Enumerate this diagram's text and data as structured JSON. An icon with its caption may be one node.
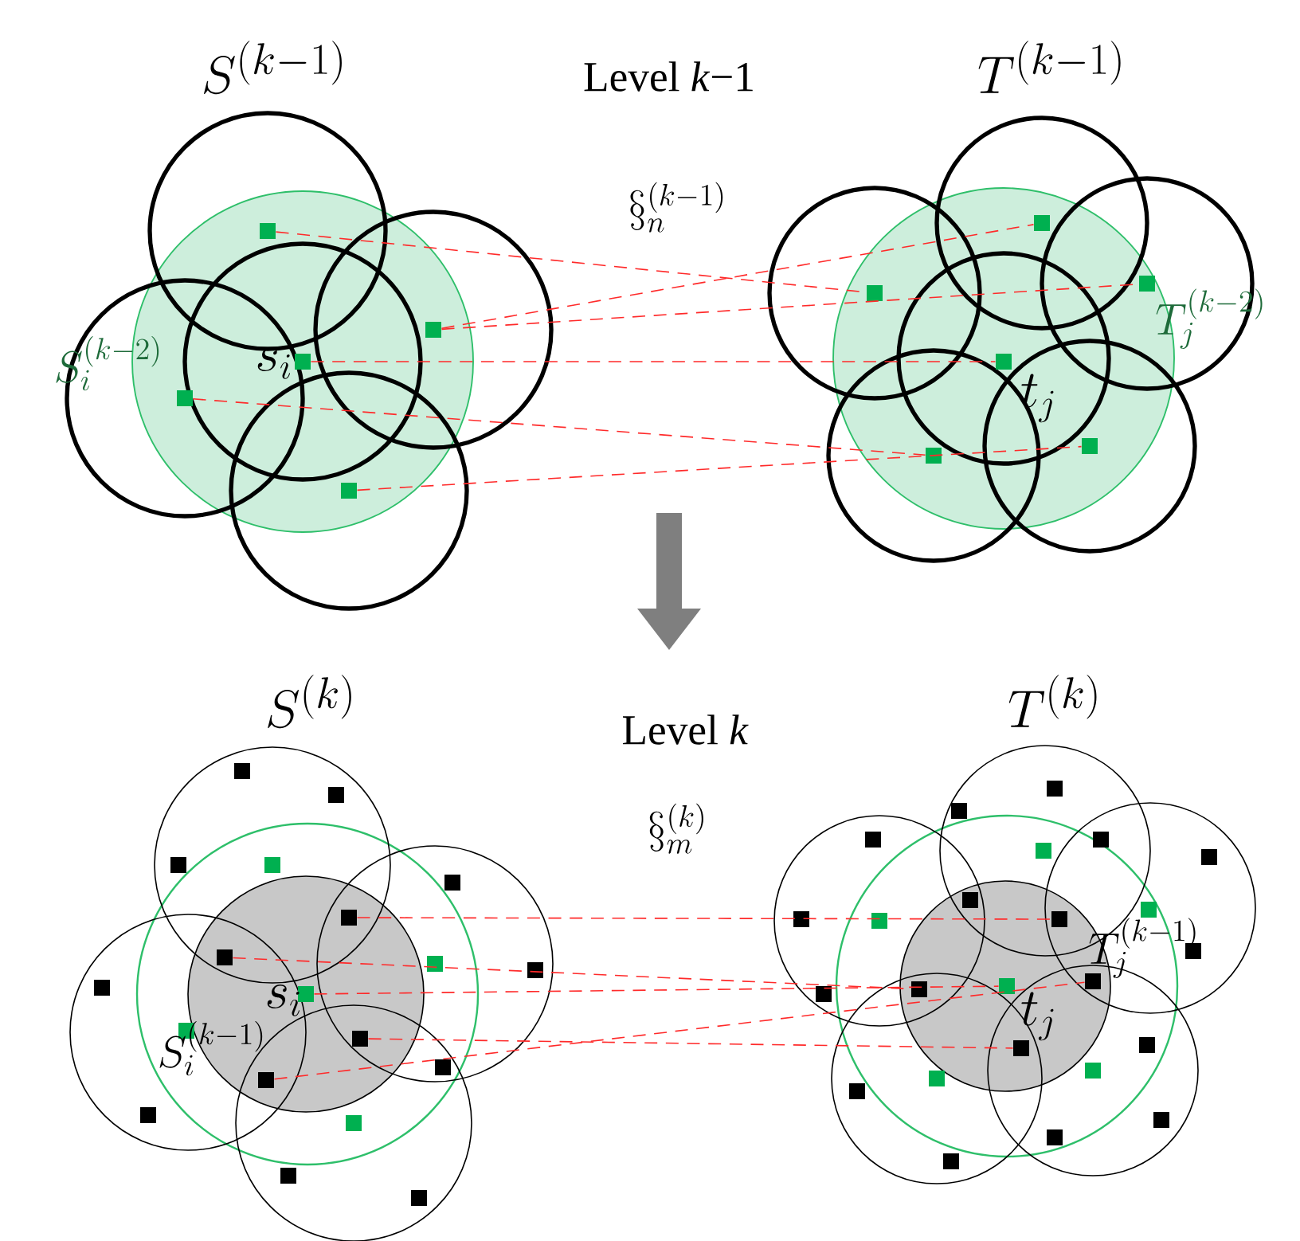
{
  "diagram": {
    "nodes": [
      {
        "text": [],
        "shape": "box"
      },
      {
        "text": [],
        "shape": "box"
      },
      {
        "text": [],
        "shape": "box"
      },
      {
        "text": [],
        "shape": "box"
      },
      {
        "text": [],
        "shape": "box"
      },
      {
        "text": [],
        "shape": "box"
      },
      {
        "text": [],
        "shape": "box"
      },
      {
        "text": [],
        "shape": "box"
      },
      {
        "text": [],
        "shape": "box"
      },
      {
        "text": [],
        "shape": "box"
      },
      {
        "text": [],
        "shape": "box"
      },
      {
        "text": [],
        "shape": "box"
      },
      {
        "text": [],
        "shape": "box"
      },
      {
        "text": [],
        "shape": "box"
      },
      {
        "text": [],
        "shape": "box"
      },
      {
        "text": [],
        "shape": "box"
      },
      {
        "text": [],
        "shape": "box"
      },
      {
        "text": [],
        "shape": "box"
      },
      {
        "text": [],
        "shape": "box"
      },
      {
        "text": [],
        "shape": "box"
      },
      {
        "text": [],
        "shape": "box"
      }
    ],
    "edges": [
      {
        "from": 0,
        "to": 6,
        "arrow": "none",
        "style": "dashed"
      },
      {
        "from": 1,
        "to": 5,
        "arrow": "none",
        "style": "dashed"
      },
      {
        "from": 1,
        "to": 7,
        "arrow": "none",
        "style": "dashed"
      },
      {
        "from": 2,
        "to": 8,
        "arrow": "none",
        "style": "dashed"
      },
      {
        "from": 3,
        "to": 9,
        "arrow": "none",
        "style": "dashed"
      },
      {
        "from": 4,
        "to": 10,
        "arrow": "none",
        "style": "dashed"
      },
      {
        "from": 11,
        "to": 16,
        "arrow": "none",
        "style": "dashed"
      },
      {
        "from": 12,
        "to": 17,
        "arrow": "none",
        "style": "dashed"
      },
      {
        "from": 13,
        "to": 18,
        "arrow": "none",
        "style": "dashed"
      },
      {
        "from": 14,
        "to": 20,
        "arrow": "none",
        "style": "dashed"
      },
      {
        "from": 15,
        "to": 19,
        "arrow": "none",
        "style": "dashed"
      }
    ],
    "labels": [
      "S^{(k-1)}",
      "Level *k*−1",
      "T^{(k-1)}",
      "\\S_n^{(k-1)}",
      "S_i^{(k-2)}",
      "s_i",
      "T_j^{(k-2)}",
      "t_j",
      "S^{(k)}",
      "Level *k*",
      "T^{(k)}",
      "\\S_m^{(k)}",
      "s_i",
      "S_i^{(k-1)}",
      "t_j",
      "T_j^{(k-1)}"
    ]
  }
}
